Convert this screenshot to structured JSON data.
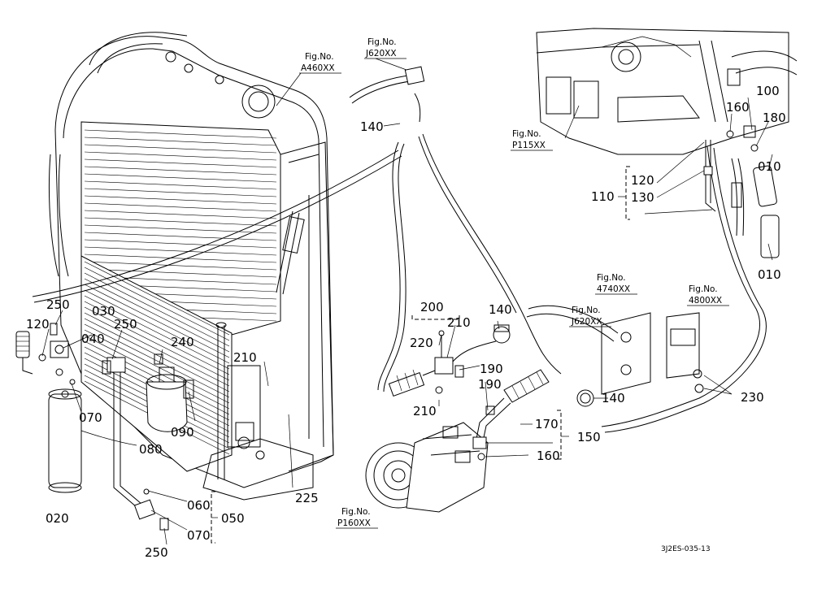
{
  "diagram": {
    "part_labels": {
      "p010a": "010",
      "p010b": "010",
      "p020": "020",
      "p030": "030",
      "p040": "040",
      "p050": "050",
      "p060": "060",
      "p070a": "070",
      "p070b": "070",
      "p080": "080",
      "p090": "090",
      "p100": "100",
      "p110": "110",
      "p120a": "120",
      "p120b": "120",
      "p130": "130",
      "p140a": "140",
      "p140b": "140",
      "p140c": "140",
      "p150": "150",
      "p160a": "160",
      "p160b": "160",
      "p170": "170",
      "p180": "180",
      "p190a": "190",
      "p190b": "190",
      "p200": "200",
      "p210a": "210",
      "p210b": "210",
      "p210c": "210",
      "p220": "220",
      "p225": "225",
      "p230": "230",
      "p240": "240",
      "p250a": "250",
      "p250b": "250",
      "p250c": "250"
    },
    "figure_refs": {
      "a460": {
        "label": "Fig.No.",
        "code": "A460XX"
      },
      "j620top": {
        "label": "Fig.No.",
        "code": "J620XX"
      },
      "p115": {
        "label": "Fig.No.",
        "code": "P115XX"
      },
      "f4740": {
        "label": "Fig.No.",
        "code": "4740XX"
      },
      "f4800": {
        "label": "Fig.No.",
        "code": "4800XX"
      },
      "j620mid": {
        "label": "Fig.No.",
        "code": "J620XX"
      },
      "p160": {
        "label": "Fig.No.",
        "code": "P160XX"
      }
    },
    "drawing_code": "3J2ES-035-13",
    "colors": {
      "line": "#000000",
      "background": "#ffffff"
    }
  }
}
